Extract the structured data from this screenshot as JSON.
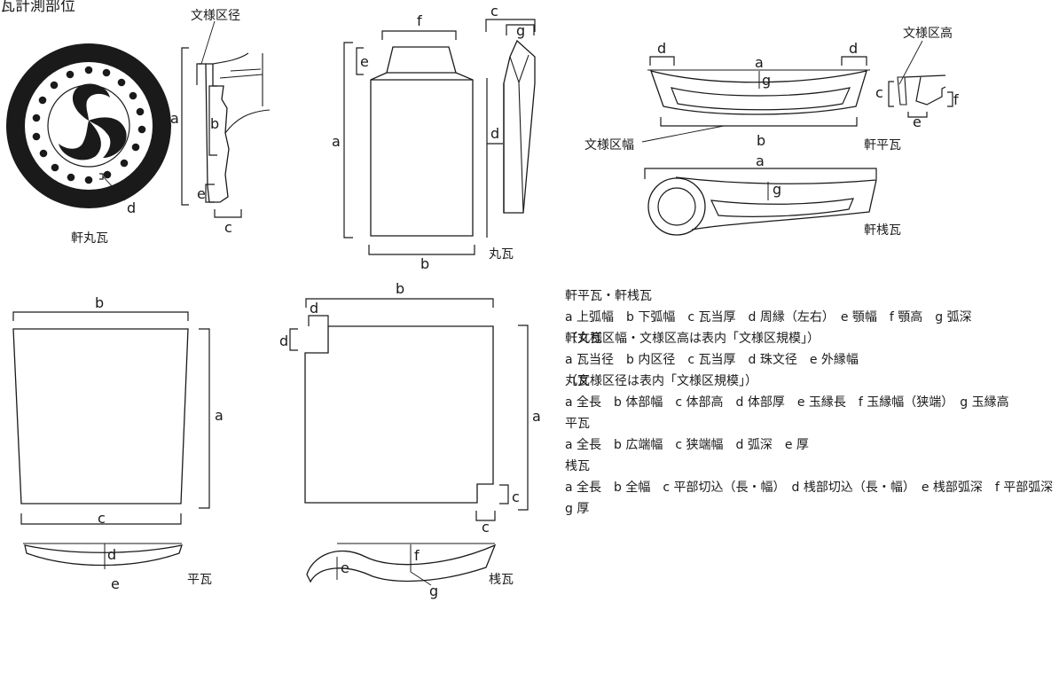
{
  "page_title": "瓦計測部位",
  "labels": {
    "a": "a",
    "b": "b",
    "c": "c",
    "d": "d",
    "e": "e",
    "f": "f",
    "g": "g",
    "monyou_kukei": "文様区径",
    "monyou_kudaka": "文様区高",
    "monyou_kuhaba": "文様区幅"
  },
  "tiles": {
    "nokimarugawara": "軒丸瓦",
    "marugawara": "丸瓦",
    "nokihiragawara": "軒平瓦",
    "nokisangawara": "軒桟瓦",
    "hiragawara": "平瓦",
    "sangawara": "桟瓦"
  },
  "legend": [
    {
      "heading": "軒平瓦・軒桟瓦",
      "lines": [
        "a 上弧幅　b 下弧幅　c 瓦当厚　d 周縁（左右）　e 顎幅　f 顎高　g 弧深",
        "（文様区幅・文様区高は表内「文様区規模」）"
      ]
    },
    {
      "heading": "軒丸瓦",
      "lines": [
        "a 瓦当径　b 内区径　c 瓦当厚　d 珠文径　e 外縁幅",
        "（文様区径は表内「文様区規模」）"
      ]
    },
    {
      "heading": "丸瓦",
      "lines": [
        "a 全長　b 体部幅　c 体部高　d 体部厚　e 玉縁長　f 玉縁幅（狭端）　g 玉縁高"
      ]
    },
    {
      "heading": "平瓦",
      "lines": [
        "a 全長　b 広端幅　c 狭端幅　d 弧深　e 厚"
      ]
    },
    {
      "heading": "桟瓦",
      "lines": [
        "a 全長　b 全幅　c 平部切込（長・幅）　d 桟部切込（長・幅）　e 桟部弧深　f 平部弧深",
        "g 厚"
      ]
    }
  ]
}
